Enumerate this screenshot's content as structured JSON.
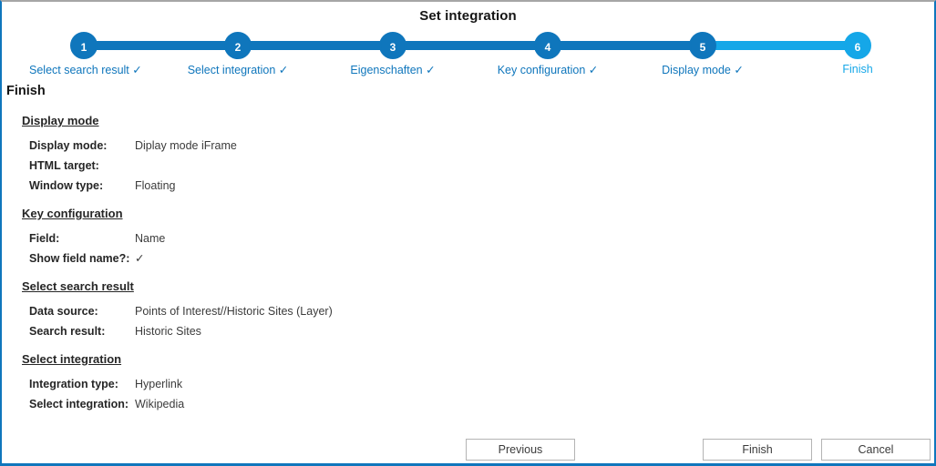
{
  "window": {
    "title": "Set integration",
    "accent_color": "#0f76bc",
    "active_color": "#15a7e8",
    "border_top_color": "#a6a6a6"
  },
  "stepper": {
    "steps": [
      {
        "number": "1",
        "label": "Select search result ✓",
        "state": "done"
      },
      {
        "number": "2",
        "label": "Select integration ✓",
        "state": "done"
      },
      {
        "number": "3",
        "label": "Eigenschaften ✓",
        "state": "done"
      },
      {
        "number": "4",
        "label": "Key configuration ✓",
        "state": "done"
      },
      {
        "number": "5",
        "label": "Display mode ✓",
        "state": "done"
      },
      {
        "number": "6",
        "label": "Finish",
        "state": "active"
      }
    ]
  },
  "page": {
    "heading": "Finish",
    "groups": [
      {
        "title": "Display mode",
        "rows": [
          {
            "label": "Display mode:",
            "value": "Diplay mode iFrame"
          },
          {
            "label": "HTML target:",
            "value": ""
          },
          {
            "label": "Window type:",
            "value": "Floating"
          }
        ]
      },
      {
        "title": "Key configuration",
        "rows": [
          {
            "label": "Field:",
            "value": "Name"
          },
          {
            "label": "Show field name?:",
            "value": "✓"
          }
        ]
      },
      {
        "title": "Select search result",
        "rows": [
          {
            "label": "Data source:",
            "value": "Points of Interest//Historic Sites (Layer)"
          },
          {
            "label": "Search result:",
            "value": "Historic Sites"
          }
        ]
      },
      {
        "title": "Select integration",
        "rows": [
          {
            "label": "Integration type:",
            "value": "Hyperlink"
          },
          {
            "label": "Select integration:",
            "value": "Wikipedia"
          }
        ]
      }
    ]
  },
  "footer": {
    "previous_label": "Previous",
    "finish_label": "Finish",
    "cancel_label": "Cancel"
  }
}
